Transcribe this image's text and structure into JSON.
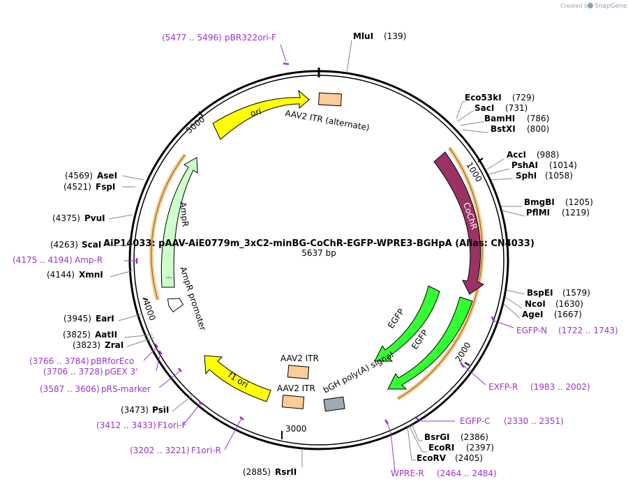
{
  "credit": {
    "prefix": "Created by",
    "brand": "SnapGene"
  },
  "plasmid": {
    "name": "AiP14033: pAAV-AiE0779m_3xC2-minBG-CoChR-EGFP-WPRE3-BGHpA  (Alias: CN4033)",
    "length": "5637 bp"
  },
  "ticks": [
    "1000",
    "2000",
    "3000",
    "4000",
    "5000"
  ],
  "colors": {
    "ori": "#ffff00",
    "cochr": "#993366",
    "egfp": "#33ff33",
    "ampr": "#ccffcc",
    "itr": "#ffcc99",
    "bgh": "#a0a8b0",
    "primer": "#9933cc",
    "highlight": "#f0b860"
  },
  "features": {
    "ori": "ori",
    "itr_alt": "AAV2 ITR (alternate)",
    "cochr": "CoChR",
    "egfp1": "EGFP",
    "egfp2": "EGFP",
    "bgh": "bGH poly(A) signal",
    "itr1": "AAV2 ITR",
    "itr2": "AAV2 ITR",
    "f1ori": "f1 ori",
    "ampr_prom": "AmpR promoter",
    "ampr": "AmpR"
  },
  "enzymes": [
    {
      "name": "MluI",
      "pos": "(139)"
    },
    {
      "name": "Eco53kI",
      "pos": "(729)"
    },
    {
      "name": "SacI",
      "pos": "(731)"
    },
    {
      "name": "BamHI",
      "pos": "(786)"
    },
    {
      "name": "BstXI",
      "pos": "(800)"
    },
    {
      "name": "AccI",
      "pos": "(988)"
    },
    {
      "name": "PshAI",
      "pos": "(1014)"
    },
    {
      "name": "SphI",
      "pos": "(1058)"
    },
    {
      "name": "BmgBI",
      "pos": "(1205)"
    },
    {
      "name": "PflMI",
      "pos": "(1219)"
    },
    {
      "name": "BspEI",
      "pos": "(1579)"
    },
    {
      "name": "NcoI",
      "pos": "(1630)"
    },
    {
      "name": "AgeI",
      "pos": "(1667)"
    },
    {
      "name": "BsrGI",
      "pos": "(2386)"
    },
    {
      "name": "EcoRI",
      "pos": "(2397)"
    },
    {
      "name": "EcoRV",
      "pos": "(2405)"
    },
    {
      "name": "RsrII",
      "pos": "(2885)"
    },
    {
      "name": "PsiI",
      "pos": "(3473)"
    },
    {
      "name": "ZraI",
      "pos": "(3823)"
    },
    {
      "name": "AatII",
      "pos": "(3825)"
    },
    {
      "name": "EarI",
      "pos": "(3945)"
    },
    {
      "name": "XmnI",
      "pos": "(4144)"
    },
    {
      "name": "ScaI",
      "pos": "(4263)"
    },
    {
      "name": "PvuI",
      "pos": "(4375)"
    },
    {
      "name": "FspI",
      "pos": "(4521)"
    },
    {
      "name": "AseI",
      "pos": "(4569)"
    }
  ],
  "primers": [
    {
      "name": "pBR322ori-F",
      "range": "(5477 .. 5496)"
    },
    {
      "name": "EGFP-N",
      "range": "(1722 .. 1743)"
    },
    {
      "name": "EXFP-R",
      "range": "(1983 .. 2002)"
    },
    {
      "name": "EGFP-C",
      "range": "(2330 .. 2351)"
    },
    {
      "name": "WPRE-R",
      "range": "(2464 .. 2484)"
    },
    {
      "name": "F1ori-R",
      "range": "(3202 .. 3221)"
    },
    {
      "name": "F1ori-F",
      "range": "(3412 .. 3433)"
    },
    {
      "name": "pRS-marker",
      "range": "(3587 .. 3606)"
    },
    {
      "name": "pGEX 3'",
      "range": "(3706 .. 3728)"
    },
    {
      "name": "pBRforEco",
      "range": "(3766 .. 3784)"
    },
    {
      "name": "Amp-R",
      "range": "(4175 .. 4194)"
    }
  ]
}
